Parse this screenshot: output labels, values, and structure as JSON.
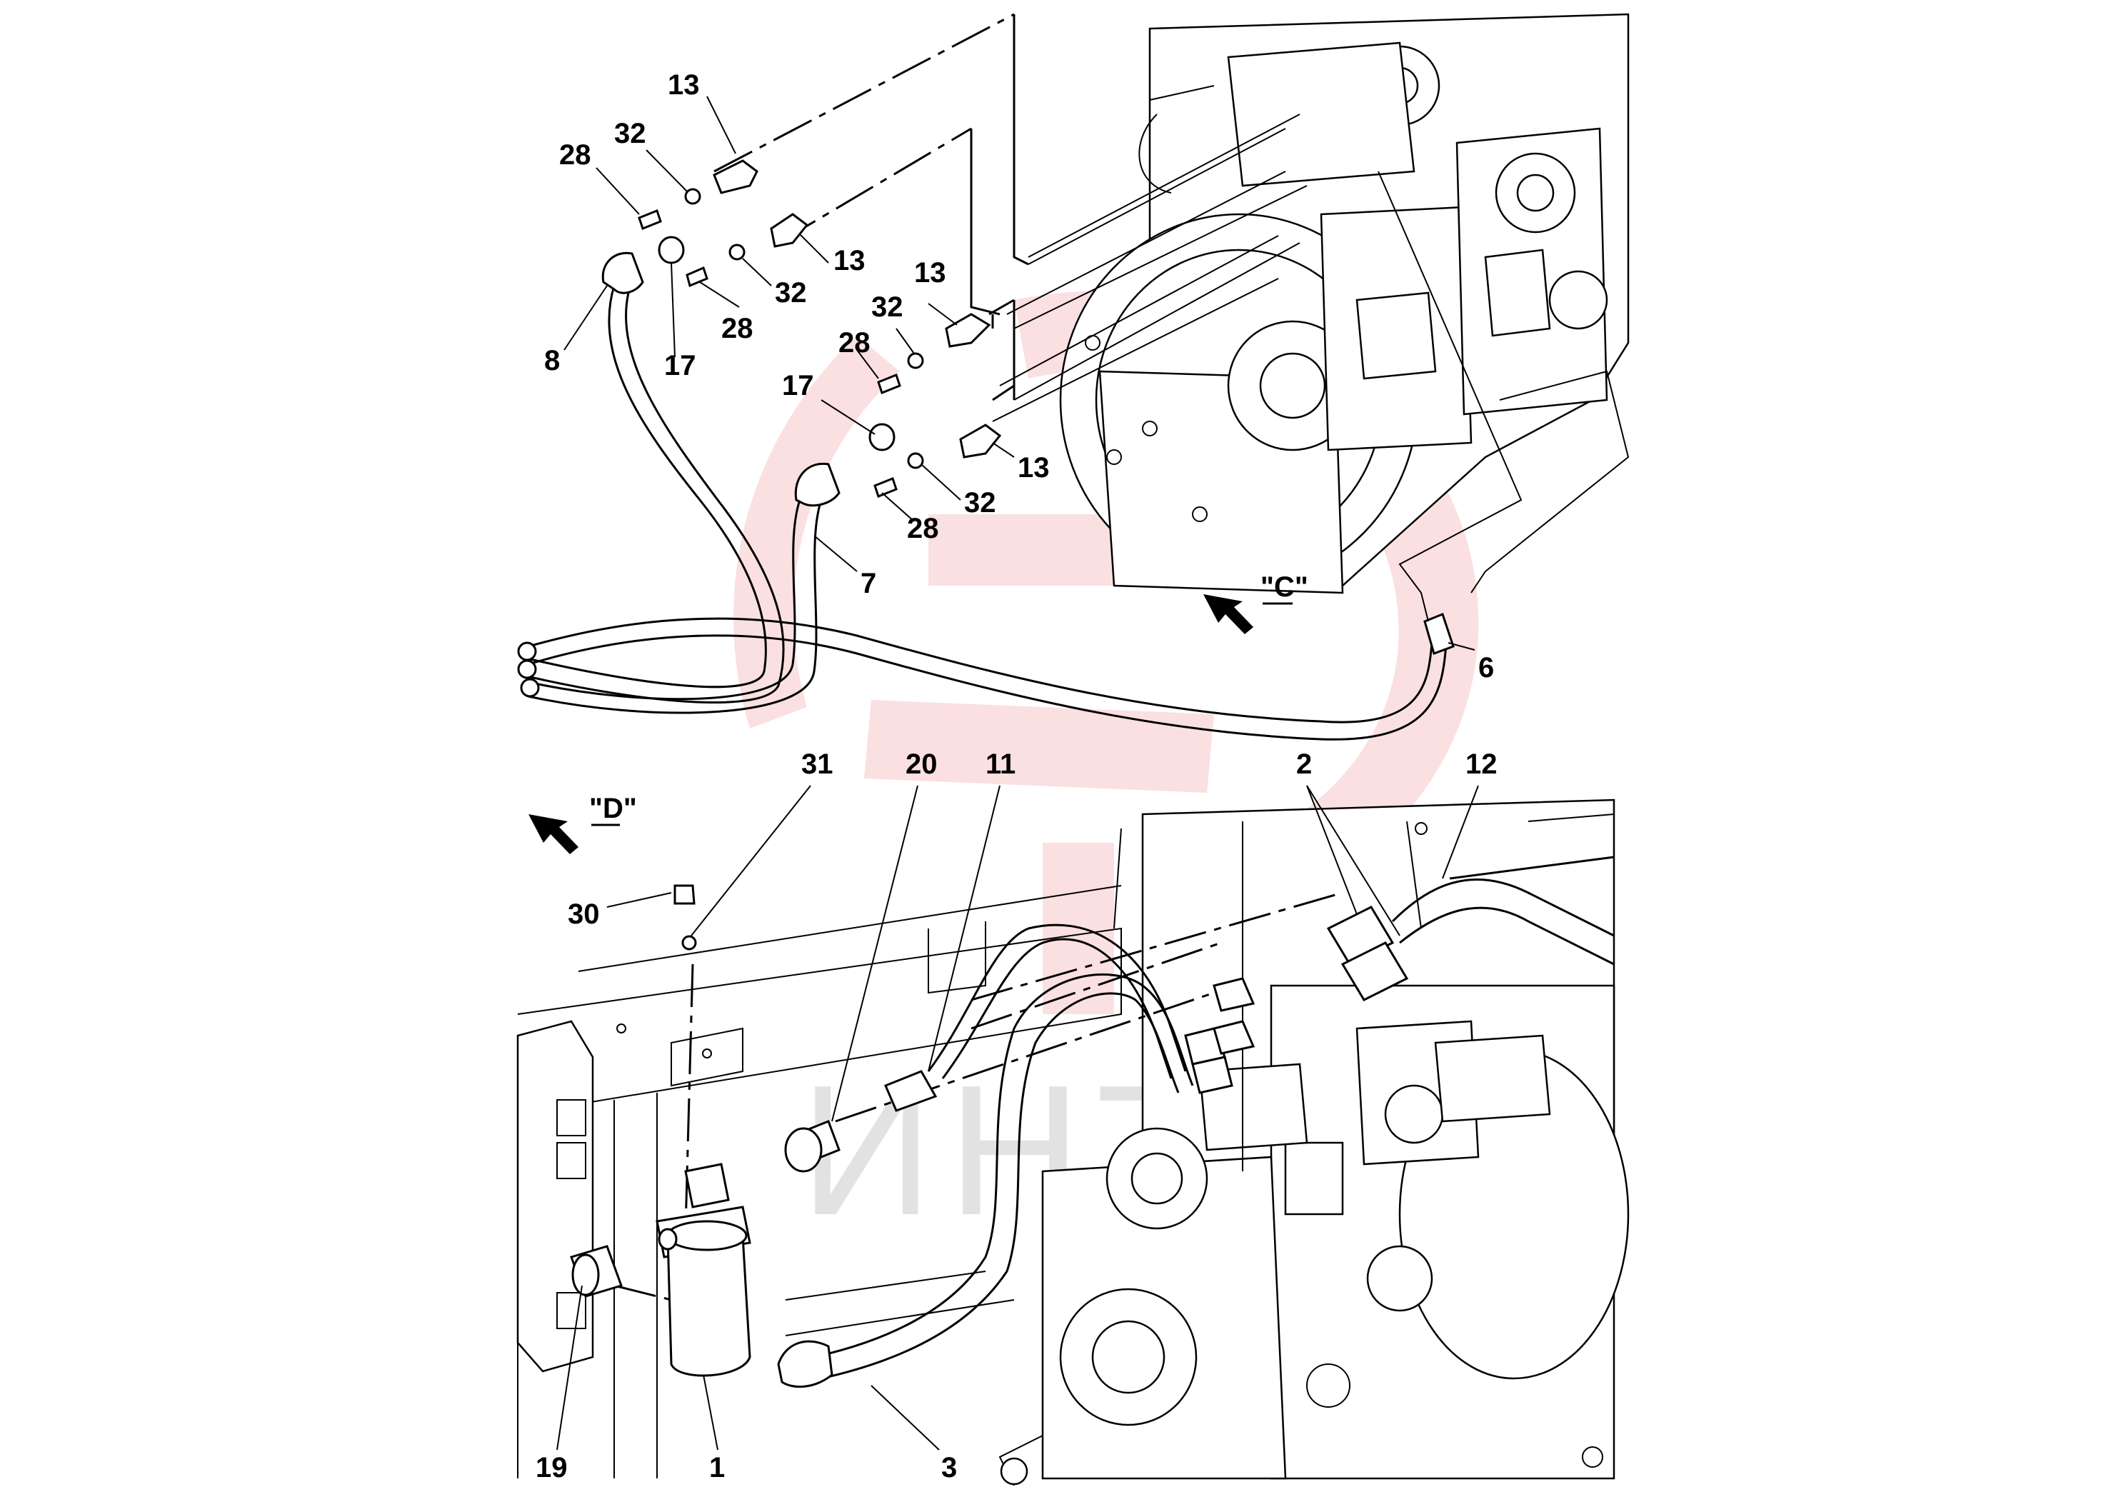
{
  "callouts": [
    "13",
    "32",
    "28",
    "13",
    "32",
    "28",
    "8",
    "17",
    "13",
    "32",
    "28",
    "17",
    "13",
    "32",
    "28",
    "7",
    "6",
    "31",
    "20",
    "11",
    "2",
    "12",
    "30",
    "19",
    "1",
    "3"
  ],
  "views": {
    "view_c": "\"C\"",
    "view_d": "\"D\""
  },
  "watermark": {
    "text": "ИНТЕХ",
    "color": "#e0242a"
  }
}
